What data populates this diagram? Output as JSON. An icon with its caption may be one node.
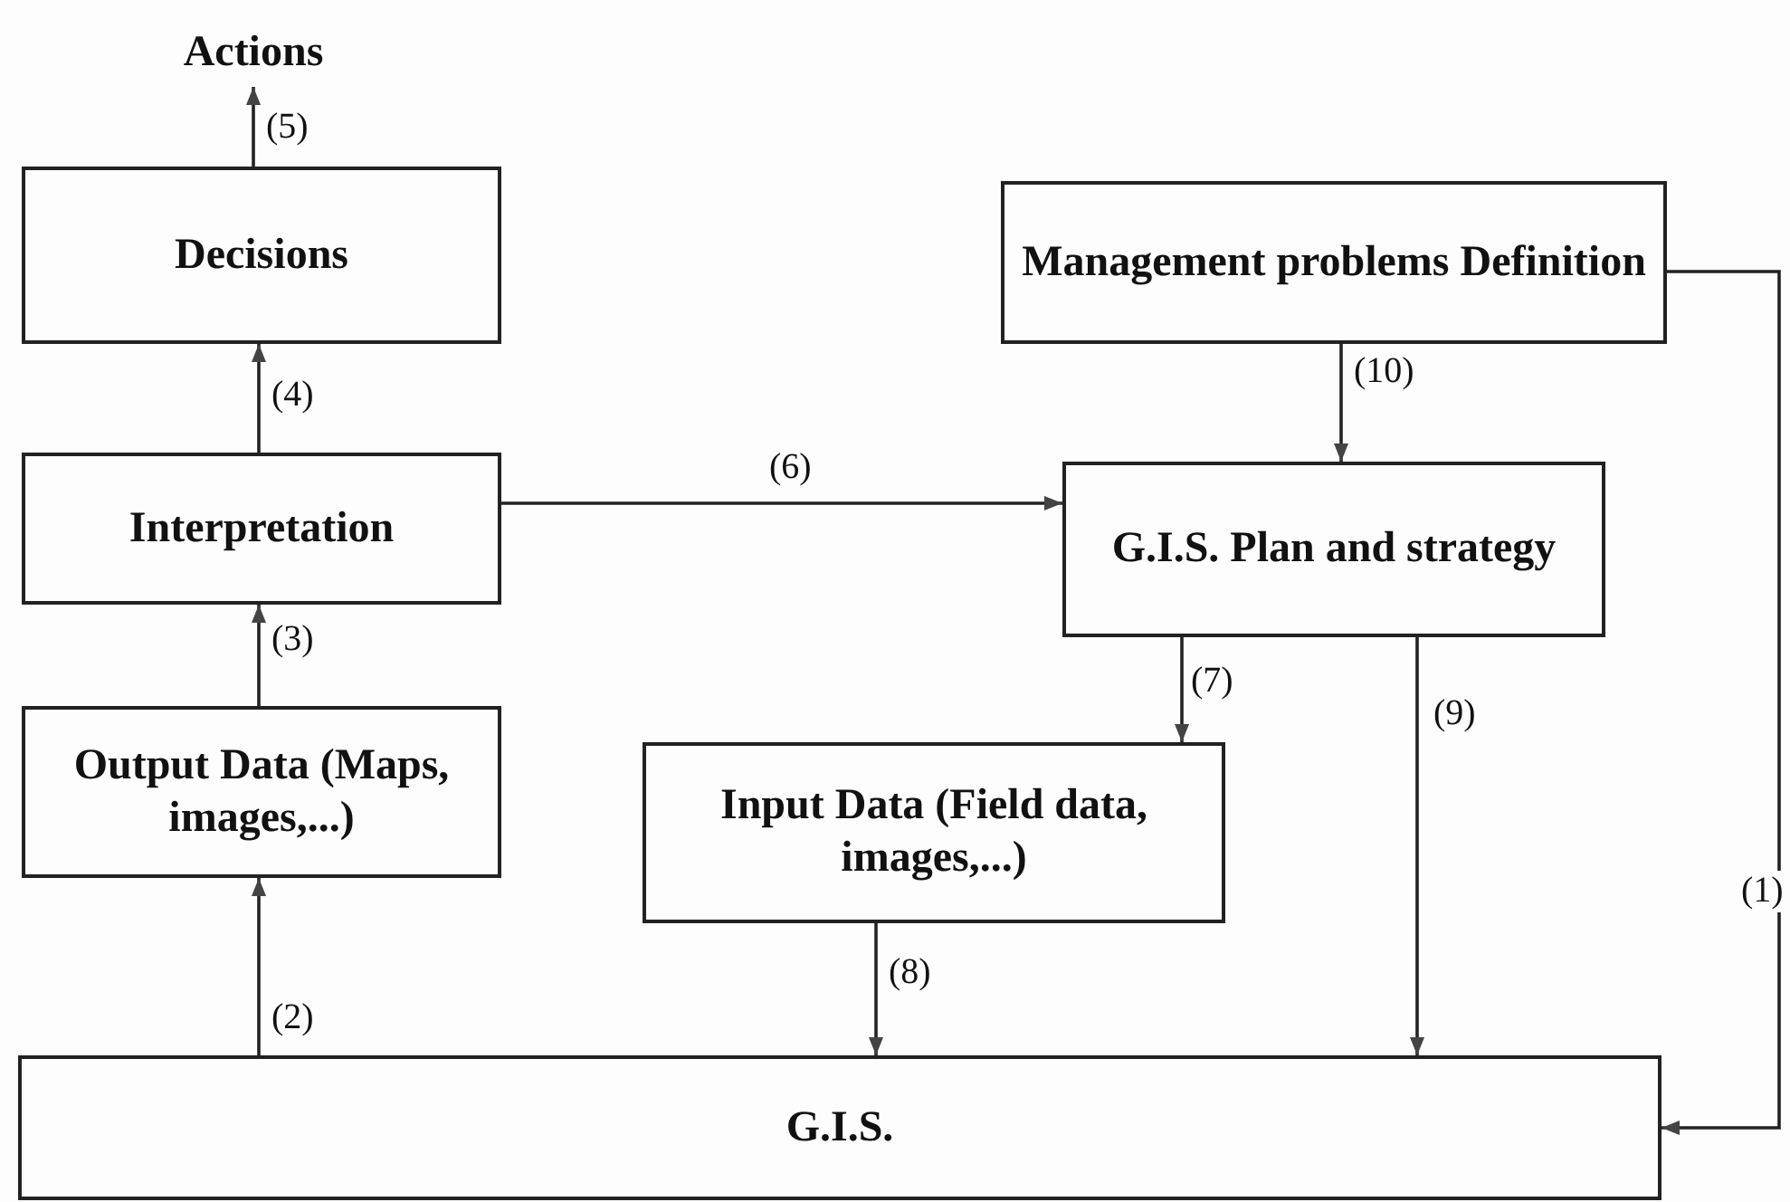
{
  "diagram": {
    "nodes": [
      {
        "text": [
          "Actions"
        ]
      },
      {
        "text": [
          "Decisions"
        ]
      },
      {
        "text": [
          "Management problems Definition"
        ]
      },
      {
        "text": [
          "Interpretation"
        ]
      },
      {
        "text": [
          "G.I.S. Plan and strategy"
        ]
      },
      {
        "text": [
          "Output Data (Maps, images,...)"
        ]
      },
      {
        "text": [
          "Input Data (Field data, images,...)"
        ]
      },
      {
        "text": [
          "G.I.S."
        ]
      }
    ],
    "edges": [
      {
        "from": 2,
        "to": 7,
        "arrow": "to",
        "label": "(1)"
      },
      {
        "from": 7,
        "to": 5,
        "arrow": "to",
        "label": "(2)"
      },
      {
        "from": 5,
        "to": 3,
        "arrow": "to",
        "label": "(3)"
      },
      {
        "from": 3,
        "to": 1,
        "arrow": "to",
        "label": "(4)"
      },
      {
        "from": 1,
        "to": 0,
        "arrow": "to",
        "label": "(5)"
      },
      {
        "from": 3,
        "to": 4,
        "arrow": "to",
        "label": "(6)"
      },
      {
        "from": 4,
        "to": 6,
        "arrow": "to",
        "label": "(7)"
      },
      {
        "from": 6,
        "to": 7,
        "arrow": "to",
        "label": "(8)"
      },
      {
        "from": 4,
        "to": 7,
        "arrow": "to",
        "label": "(9)"
      },
      {
        "from": 2,
        "to": 4,
        "arrow": "to",
        "label": "(10)"
      }
    ]
  }
}
